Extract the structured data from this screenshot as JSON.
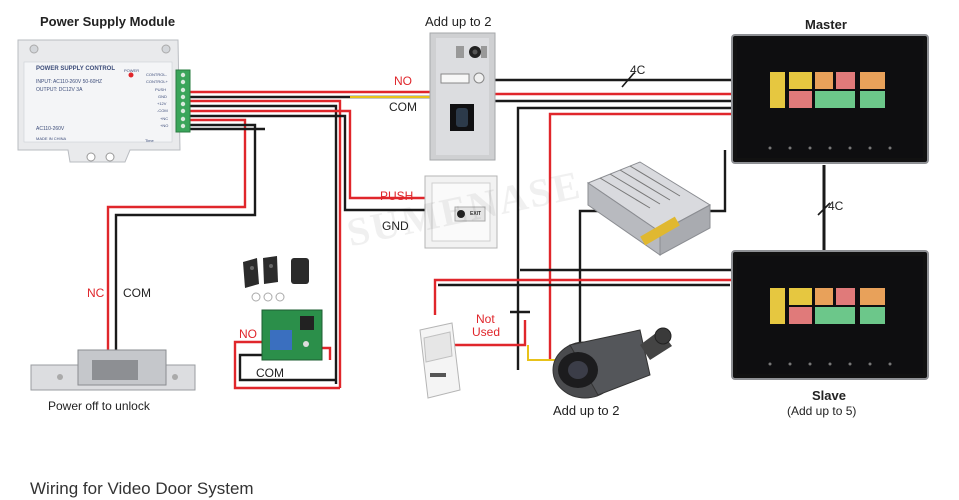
{
  "labels": {
    "power_supply_module": "Power Supply Module",
    "add_up_to_2_top": "Add up to 2",
    "master": "Master",
    "slave": "Slave",
    "slave_sub": "(Add up to 5)",
    "add_up_to_2_bottom": "Add up to 2",
    "power_off_to_unlock": "Power off to unlock",
    "caption": "Wiring for Video Door System"
  },
  "wire_labels": {
    "no_top": "NO",
    "com_top": "COM",
    "push": "PUSH",
    "gnd": "GND",
    "nc": "NC",
    "com_lock": "COM",
    "no_relay": "NO",
    "com_relay": "COM",
    "not_used_1": "Not",
    "not_used_2": "Used",
    "four_c_top": "4C",
    "four_c_mid": "4C"
  },
  "psu": {
    "title": "POWER SUPPLY CONTROL",
    "input": "INPUT: AC110-260V 50-60HZ",
    "output": "OUTPUT: DC12V 3A",
    "model": "AC110-260V",
    "made": "MADE IN CHINA",
    "power": "POWER",
    "time": "Time",
    "terminals": [
      "CONTROL-",
      "CONTROL+",
      "PUSH",
      "GND",
      "+12V",
      "-COM",
      "+NC",
      "+NO"
    ]
  },
  "button": {
    "text": "EXIT"
  },
  "watermark": "SUMENASE",
  "colors": {
    "red_wire": "#e0262b",
    "black_wire": "#1a1a1a",
    "yellow_wire": "#e8c21a"
  }
}
